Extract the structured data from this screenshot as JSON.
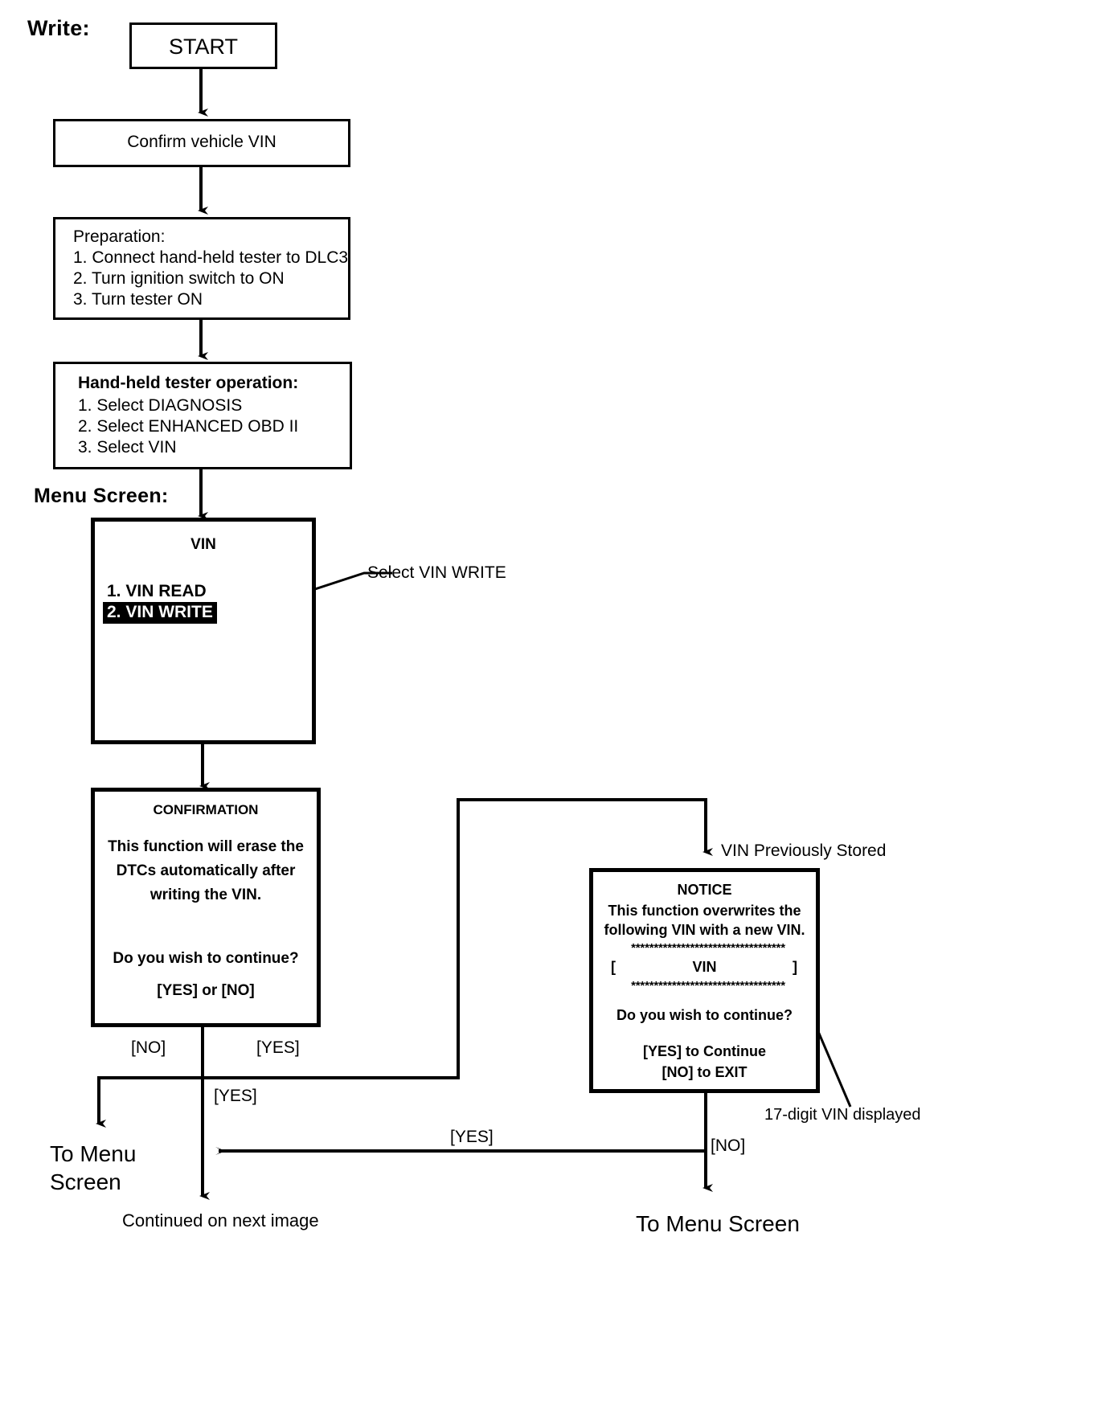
{
  "page": {
    "title": "Write:",
    "menu_screen_label": "Menu Screen:"
  },
  "nodes": {
    "start": {
      "label": "START"
    },
    "confirm_vin": {
      "label": "Confirm vehicle VIN"
    },
    "preparation": {
      "heading": "Preparation:",
      "steps": [
        "1. Connect hand-held tester to DLC3",
        "2. Turn ignition switch to ON",
        "3. Turn tester ON"
      ]
    },
    "tester_operation": {
      "heading": "Hand-held tester operation:",
      "steps": [
        "1. Select DIAGNOSIS",
        "2. Select ENHANCED OBD II",
        "3. Select VIN"
      ]
    },
    "vin_menu": {
      "title": "VIN",
      "items": [
        {
          "label": "1. VIN READ",
          "selected": false
        },
        {
          "label": "2. VIN WRITE",
          "selected": true
        }
      ]
    },
    "confirmation": {
      "title": "CONFIRMATION",
      "body": [
        "This function will erase the",
        "DTCs automatically after",
        "writing the VIN."
      ],
      "question": "Do you wish to continue?",
      "options": "[YES] or [NO]"
    },
    "notice": {
      "title": "NOTICE",
      "body": [
        "This function overwrites the",
        "following VIN with a new VIN."
      ],
      "separator_top": "**********************************",
      "vin_line_left": "[",
      "vin_line_center": "VIN",
      "vin_line_right": "]",
      "separator_bottom": "**********************************",
      "question": "Do you wish to continue?",
      "option_yes": "[YES] to Continue",
      "option_no": "[NO] to EXIT"
    }
  },
  "callouts": {
    "select_vin_write": "Select VIN WRITE",
    "vin_previously_stored": "VIN Previously Stored",
    "seventeen_digit_vin": "17-digit VIN displayed"
  },
  "edge_labels": {
    "no_left": "[NO]",
    "yes_right": "[YES]",
    "yes_down": "[YES]",
    "yes_return": "[YES]",
    "no_bottom": "[NO]"
  },
  "terminals": {
    "to_menu_screen_left_line1": "To Menu",
    "to_menu_screen_left_line2": "Screen",
    "continued": "Continued on next image",
    "to_menu_screen_right": "To Menu Screen"
  },
  "colors": {
    "stroke": "#000000",
    "background": "#ffffff",
    "highlight_bg": "#000000",
    "highlight_fg": "#ffffff"
  }
}
